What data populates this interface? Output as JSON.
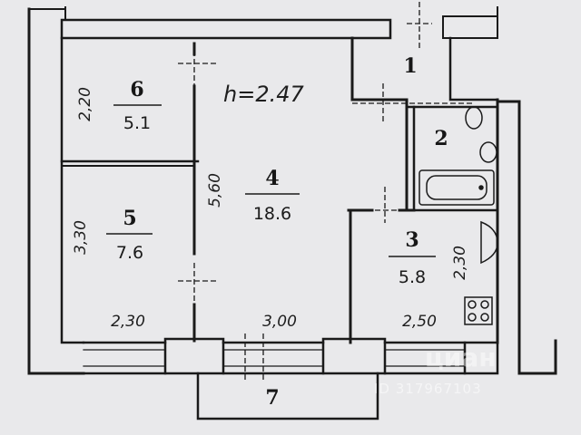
{
  "plan": {
    "ceiling_height": "h=2.47",
    "rooms": [
      {
        "id": "1",
        "area": ""
      },
      {
        "id": "2",
        "area": ""
      },
      {
        "id": "3",
        "area": "5.8"
      },
      {
        "id": "4",
        "area": "18.6"
      },
      {
        "id": "5",
        "area": "7.6"
      },
      {
        "id": "6",
        "area": "5.1"
      },
      {
        "id": "7",
        "area": ""
      }
    ],
    "dimensions": {
      "room6_side": "2,20",
      "room5_side": "3,30",
      "room4_side": "5,60",
      "room3_side": "2,30",
      "room5_bottom": "2,30",
      "room4_bottom": "3,00",
      "room3_bottom": "2,50"
    }
  },
  "watermark": {
    "logo": "циан",
    "id_text": "ID 317967103"
  },
  "colors": {
    "background": "#e9e9eb",
    "ink": "#1a1a1a"
  }
}
